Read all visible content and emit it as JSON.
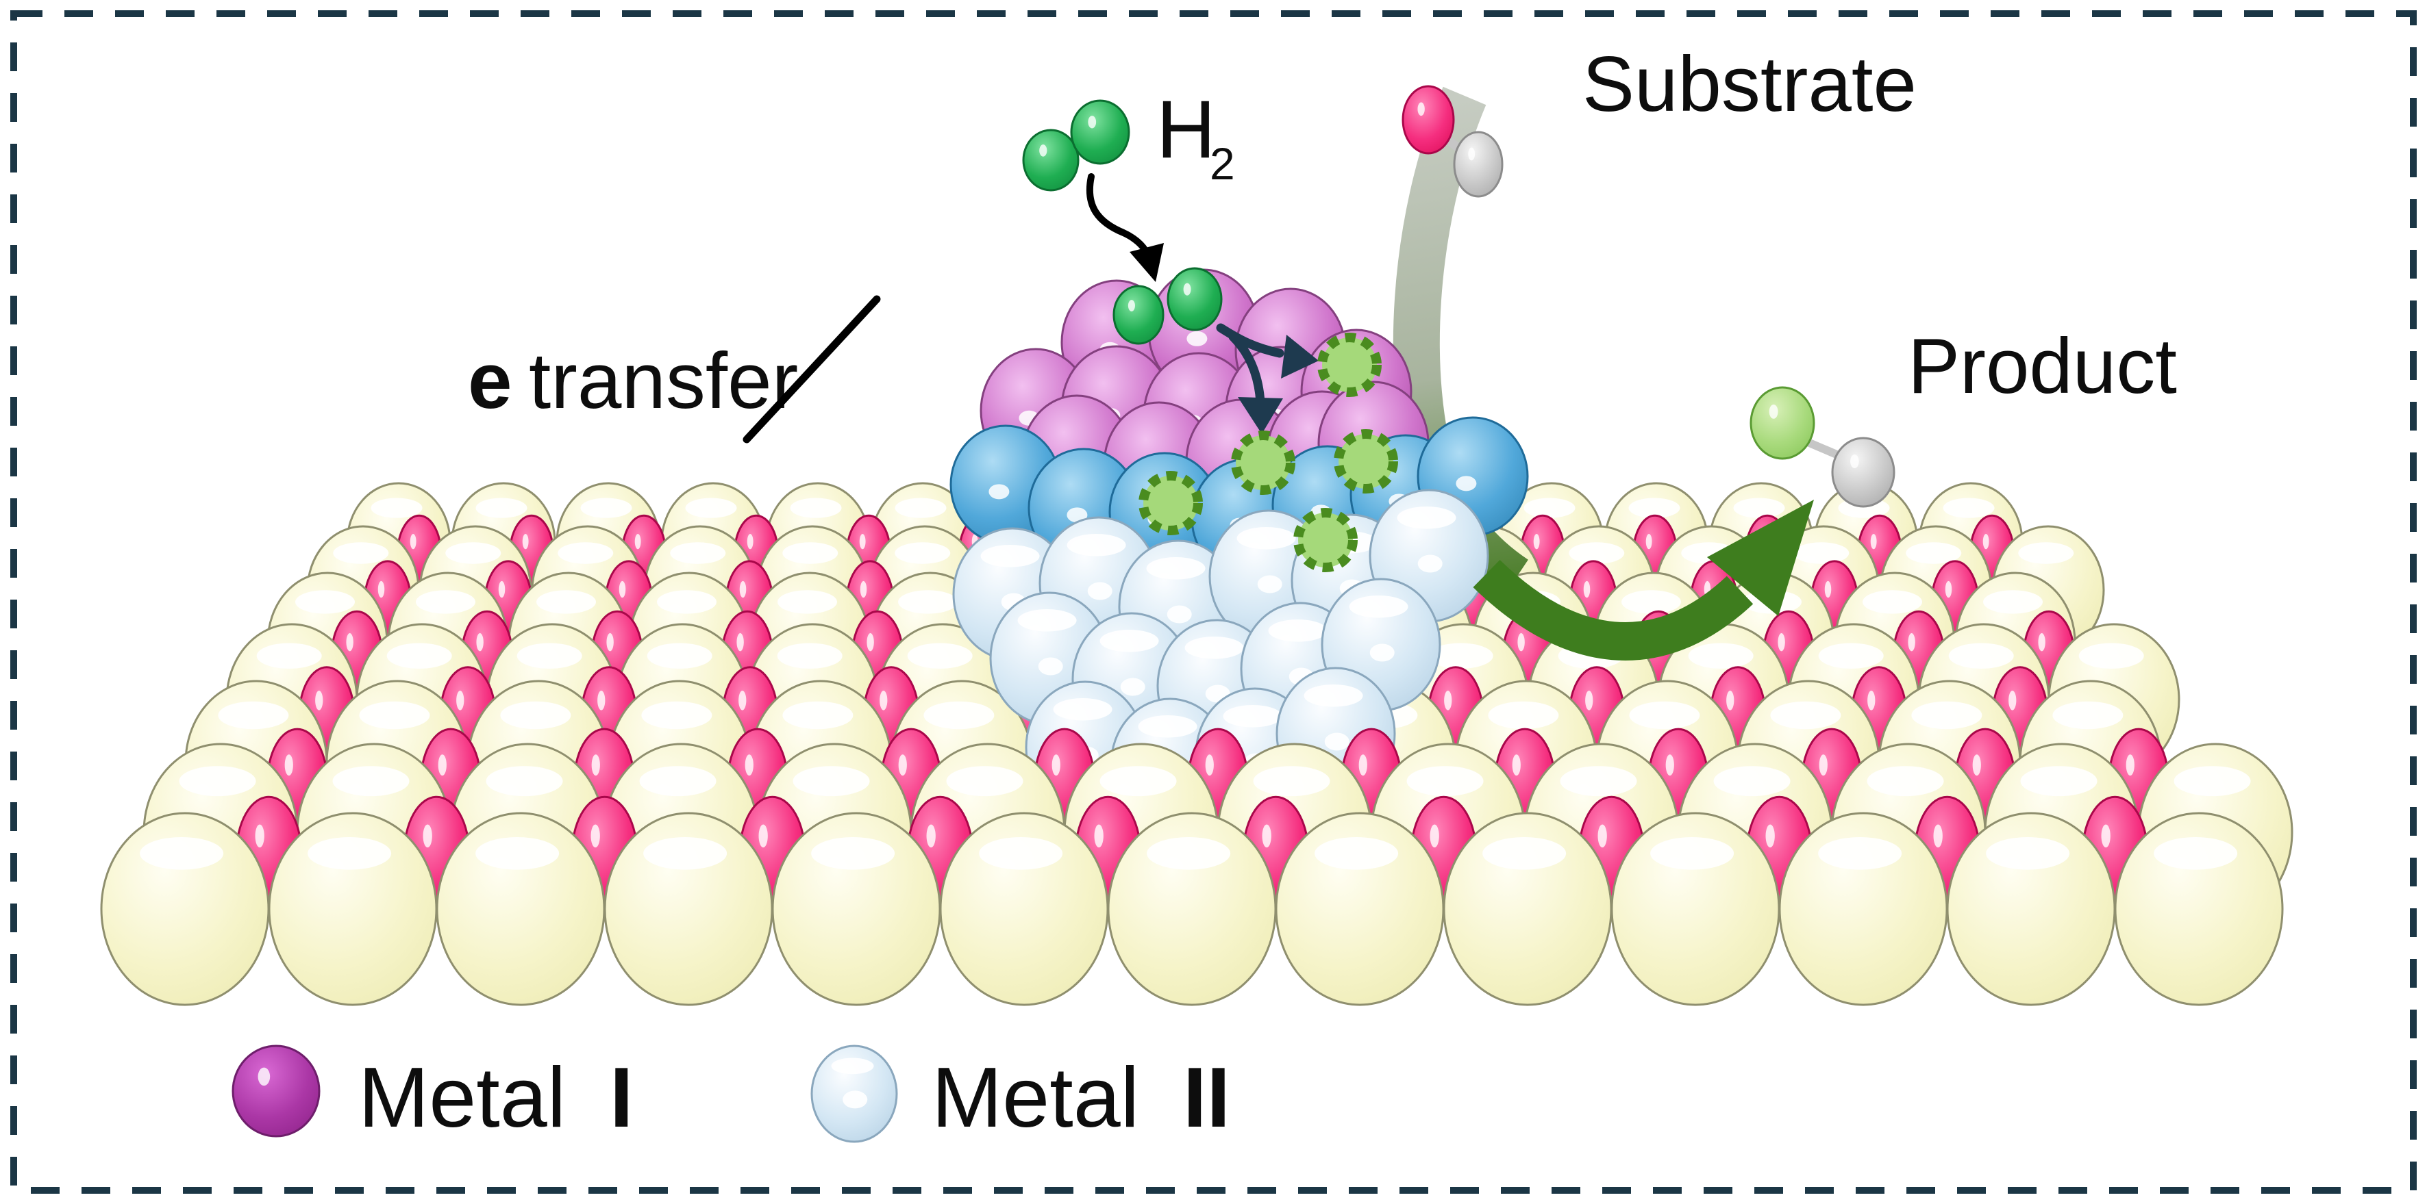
{
  "title": "Hydrogen spillover on bimetallic nanoparticle catalyst scheme",
  "border": {
    "color": "#1b3645"
  },
  "labels": {
    "h2_main": "H",
    "h2_sub": "2",
    "substrate": "Substrate",
    "product": "Product",
    "e_bold": "e",
    "e_rest": "transfer"
  },
  "legend": {
    "metal1_prefix": "Metal",
    "metal1_numeral": "I",
    "metal2_prefix": "Metal",
    "metal2_numeral": "II"
  },
  "colors": {
    "background": "#ffffff",
    "border": "#1b3645",
    "text": "#0d0d0d",
    "cream_hi": "#fffef2",
    "cream_mid": "#f6f4ca",
    "cream_dark": "#eceab0",
    "cream_stroke": "#8f8f6e",
    "pink_hi": "#ff86b9",
    "pink_mid": "#f52e7f",
    "pink_dark": "#dd0a56",
    "pink_stroke": "#a9074a",
    "purple_hi": "#f2c0f0",
    "purple_mid": "#cf74cb",
    "purple_dark": "#ab4aa4",
    "purple_stroke": "#84407f",
    "blue_hi": "#aedcf4",
    "blue_mid": "#51a8da",
    "blue_dark": "#2e83b4",
    "blue_stroke": "#1f6b99",
    "lightblue_hi": "#fbfdff",
    "lightblue_mid": "#d4e7f4",
    "lightblue_dark": "#b3cfe3",
    "lightblue_stroke": "#8aa7bd",
    "green_hi": "#7fe2a0",
    "green_mid": "#1fae52",
    "green_dark": "#0f8a3c",
    "green_stroke": "#0b6e30",
    "lightgreen_hi": "#d8f0b8",
    "lightgreen_mid": "#a8da7c",
    "lightgreen_dark": "#86c556",
    "lightgreen_stroke": "#5a9b33",
    "gray_hi": "#f5f5f5",
    "gray_mid": "#c9c9c9",
    "gray_dark": "#a5a5a5",
    "gray_stroke": "#8c8c8c",
    "legendpurple_hi": "#d969d4",
    "legendpurple_mid": "#ab37a6",
    "legendpurple_dark": "#8c2187",
    "legendpurple_stroke": "#6e1e6b",
    "navy_arrow": "#1e3a4f",
    "black_arrow": "#000000",
    "green_arrow": "#3e7d1e",
    "band_start": "#c6ccc2",
    "band_mid": "#a8b49e",
    "band_end": "#4a7d28",
    "dot_fill": "#a5d97a",
    "dot_ring": "#4a8c1f",
    "bond": "#c6c6c6"
  }
}
